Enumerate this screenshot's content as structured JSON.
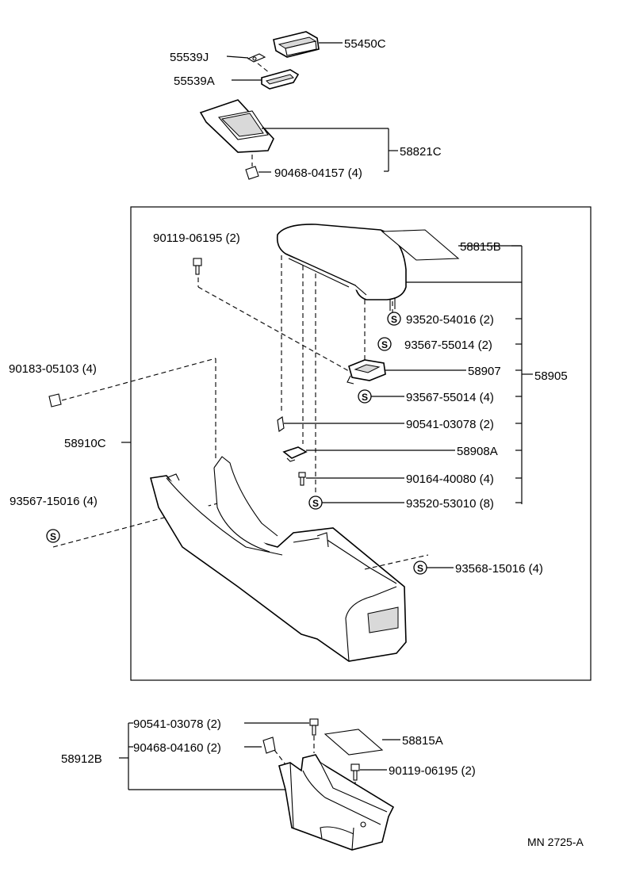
{
  "parts": {
    "p55450C": "55450C",
    "p55539J": "55539J",
    "p55539A": "55539A",
    "p58821C": "58821C",
    "p90468_04157": "90468-04157 (4)",
    "p90119_06195_top": "90119-06195 (2)",
    "p58815B": "58815B",
    "p93520_54016": "93520-54016 (2)",
    "p93567_55014_a": "93567-55014 (2)",
    "p58907": "58907",
    "p58905": "58905",
    "p93567_55014_b": "93567-55014 (4)",
    "p90183_05103": "90183-05103 (4)",
    "p90541_03078_top": "90541-03078 (2)",
    "p58910C": "58910C",
    "p58908A": "58908A",
    "p90164_40080": "90164-40080 (4)",
    "p93567_15016": "93567-15016 (4)",
    "p93520_53010": "93520-53010 (8)",
    "p93568_15016": "93568-15016 (4)",
    "p90541_03078_bot": "90541-03078 (2)",
    "p58815A": "58815A",
    "p58912B": "58912B",
    "p90468_04160": "90468-04160 (2)",
    "p90119_06195_bot": "90119-06195 (2)"
  },
  "symbol_letter": "S",
  "figure_code": "MN 2725-A"
}
